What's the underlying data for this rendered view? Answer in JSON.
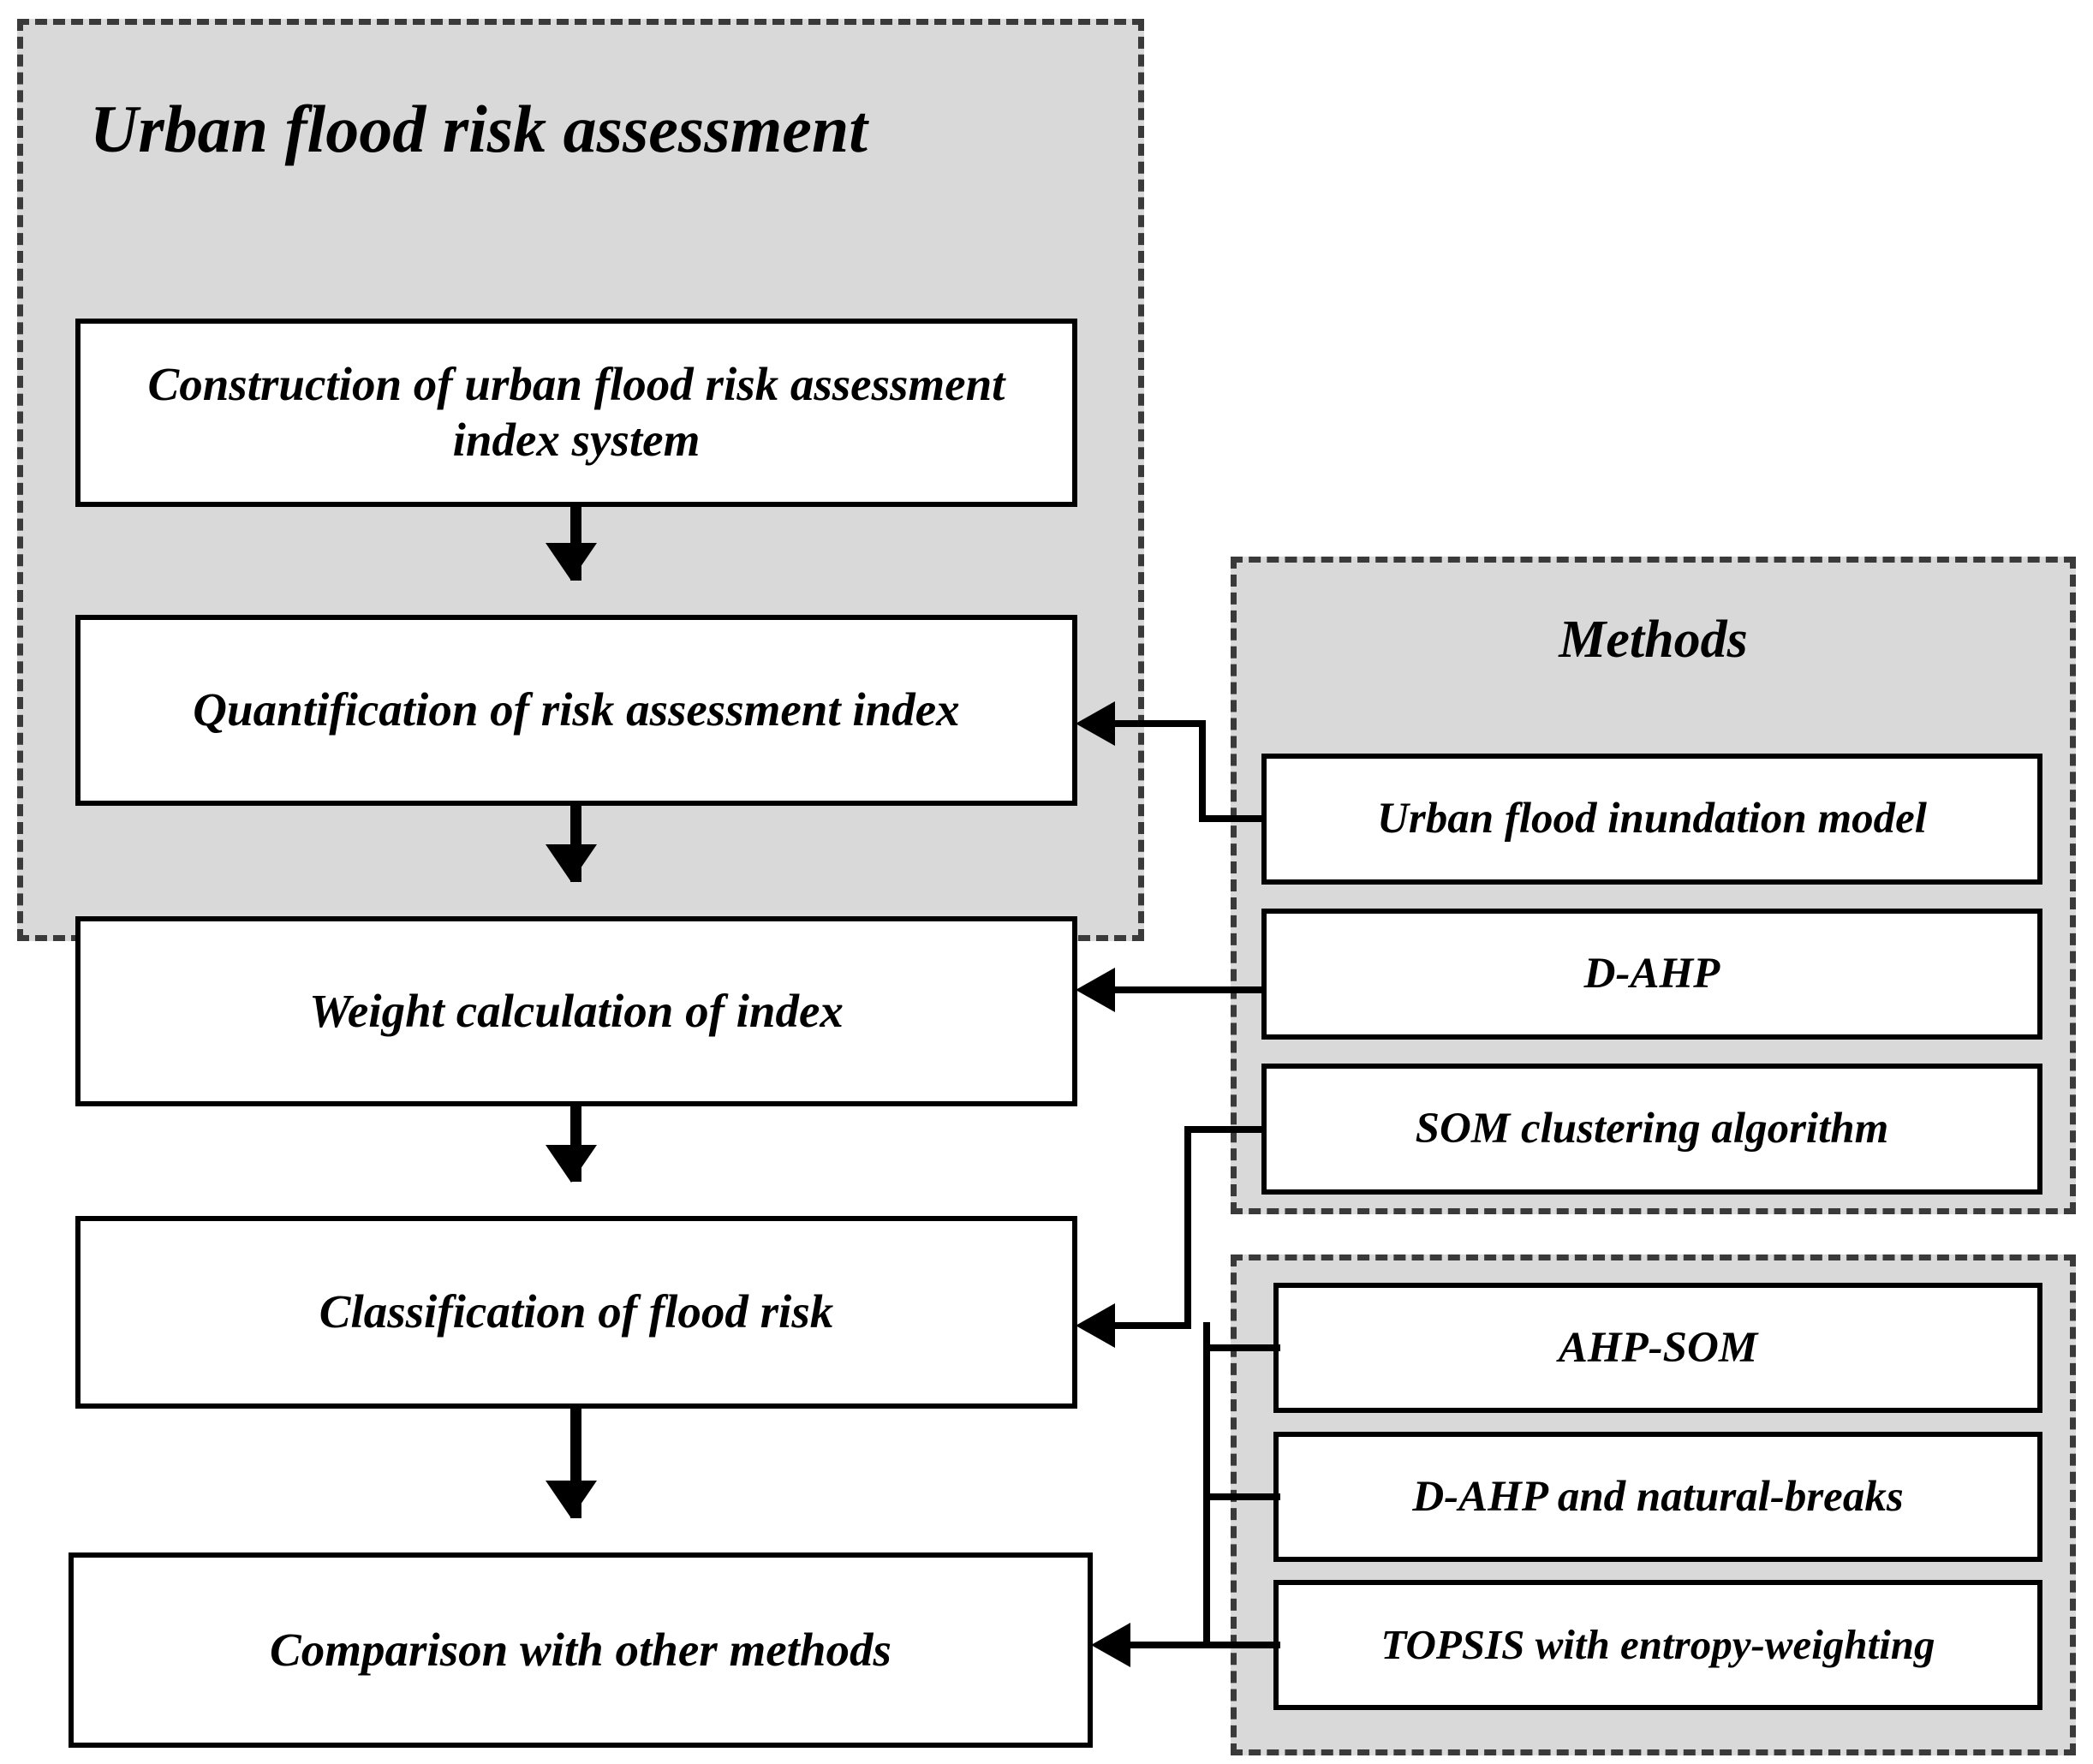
{
  "diagram": {
    "type": "flowchart",
    "panels": {
      "main": {
        "title": "Urban flood risk assessment",
        "steps": [
          "Construction of urban flood risk assessment index system",
          "Quantification of risk assessment index",
          "Weight calculation of index",
          "Classification of flood risk"
        ],
        "outcome": "Comparison with other methods"
      },
      "methods": {
        "title": "Methods",
        "items": [
          "Urban flood inundation model",
          "D-AHP",
          "SOM clustering algorithm"
        ]
      },
      "comparison": {
        "title": "",
        "items": [
          "AHP-SOM",
          "D-AHP and natural-breaks",
          "TOPSIS with entropy-weighting"
        ]
      }
    },
    "links": [
      {
        "from": "Urban flood inundation model",
        "to": "Quantification of risk assessment index"
      },
      {
        "from": "D-AHP",
        "to": "Weight calculation of index"
      },
      {
        "from": "SOM clustering algorithm",
        "to": "Classification of flood risk"
      },
      {
        "from": "AHP-SOM",
        "to": "Classification of flood risk"
      },
      {
        "from": "D-AHP and natural-breaks",
        "to": "Comparison with other methods"
      },
      {
        "from": "TOPSIS with entropy-weighting",
        "to": "Comparison with other methods"
      }
    ],
    "colors": {
      "panel_fill": "#d9d9d9",
      "panel_border": "#3a3a3a",
      "box_fill": "#ffffff",
      "box_border": "#000000",
      "text": "#000000",
      "background": "#ffffff"
    }
  }
}
